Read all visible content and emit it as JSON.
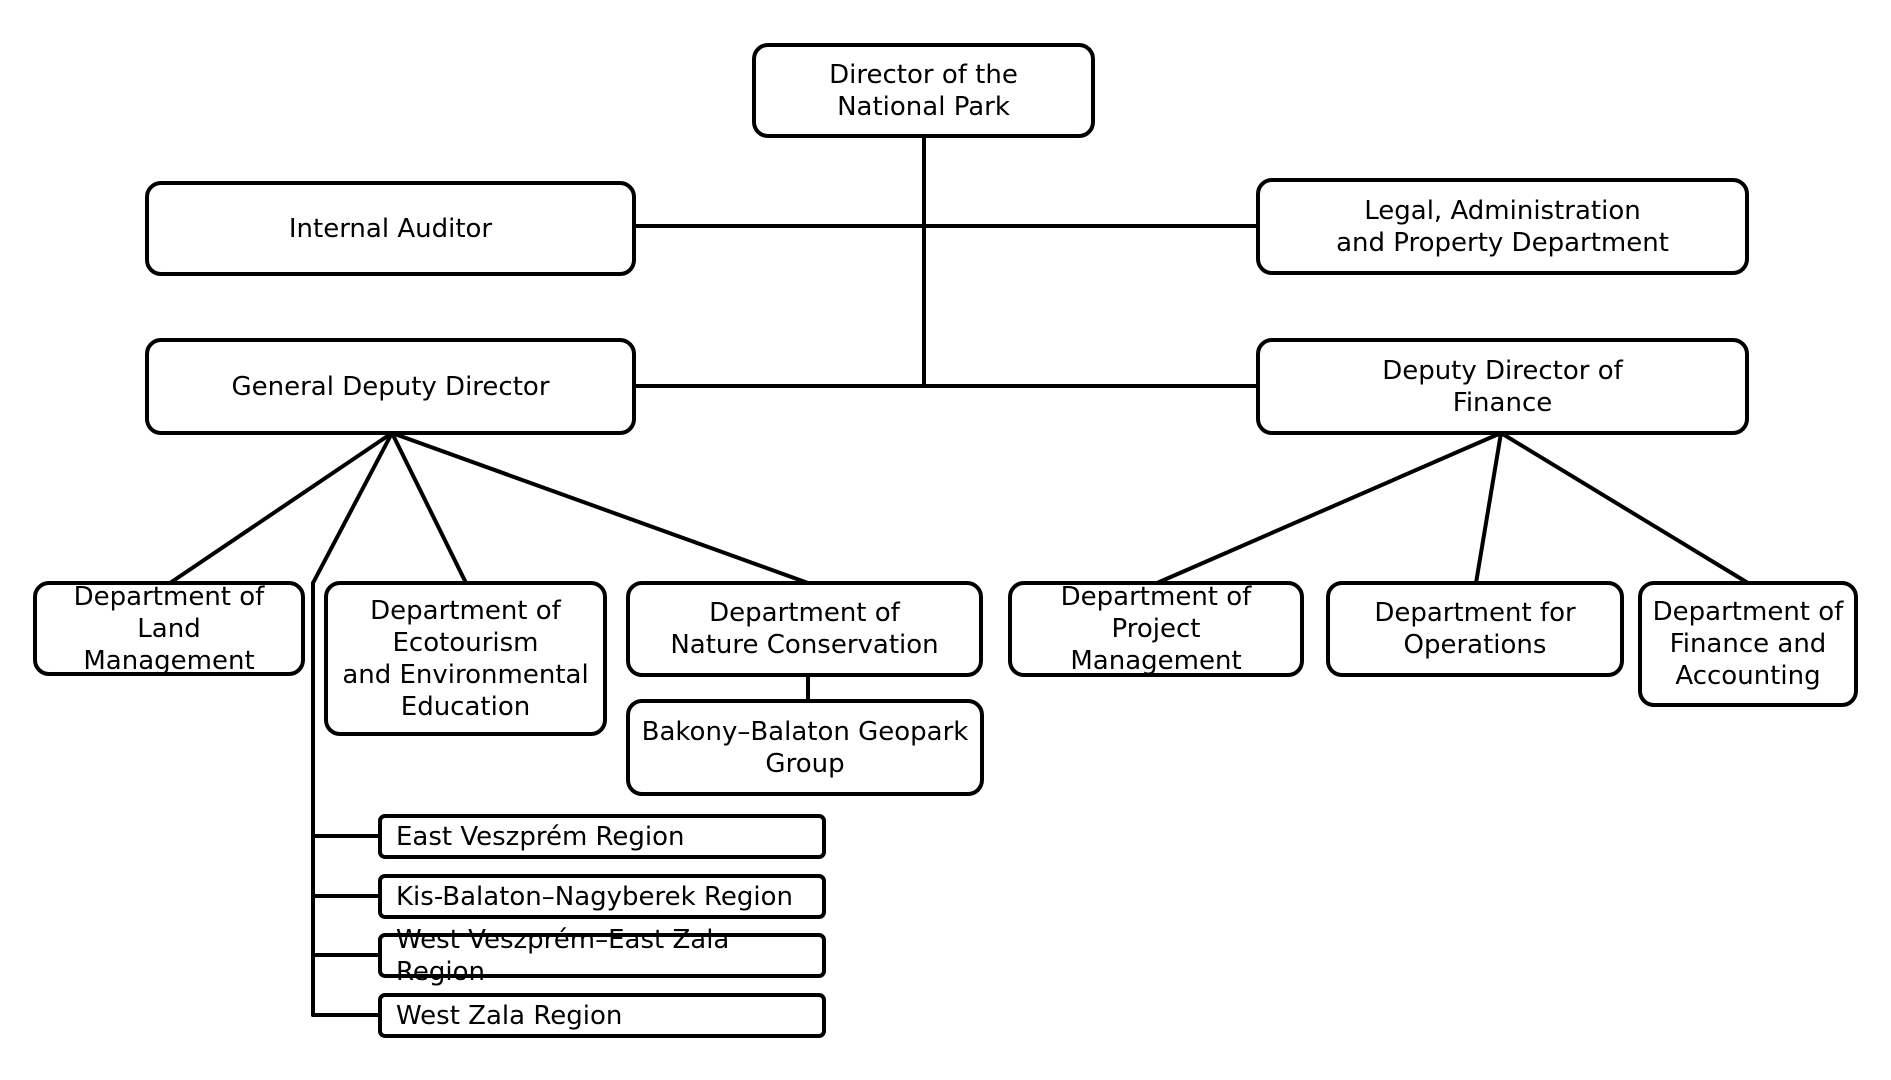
{
  "org_chart": {
    "director": "Director of the\nNational Park",
    "internal_auditor": "Internal Auditor",
    "legal_admin": "Legal, Administration\nand Property Department",
    "general_deputy": "General Deputy Director",
    "deputy_finance": "Deputy Director of\nFinance",
    "dept_land": "Department of Land\nManagement",
    "dept_ecotourism": "Department of\nEcotourism\nand Environmental\nEducation",
    "dept_nature": "Department of\nNature Conservation",
    "geopark": "Bakony–Balaton Geopark\nGroup",
    "dept_project": "Department of\nProject Management",
    "dept_operations": "Department for\nOperations",
    "dept_finance_accounting": "Department of\nFinance and\nAccounting",
    "regions": [
      "East Veszprém Region",
      "Kis-Balaton–Nagyberek Region",
      "West Veszprém–East Zala Region",
      "West Zala Region"
    ]
  },
  "colors": {
    "line": "#000000",
    "box_fill": "#ffffff",
    "background": "#ffffff"
  }
}
